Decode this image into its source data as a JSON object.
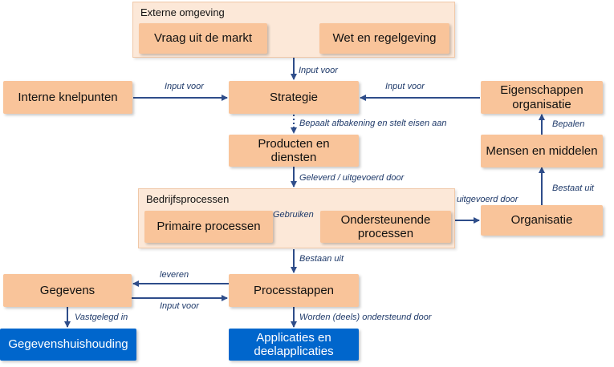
{
  "groups": {
    "externe_omgeving": "Externe omgeving",
    "bedrijfsprocessen": "Bedrijfsprocessen"
  },
  "nodes": {
    "vraag_uit_de_markt": "Vraag uit de markt",
    "wet_en_regelgeving": "Wet en regelgeving",
    "interne_knelpunten": "Interne knelpunten",
    "strategie": "Strategie",
    "eigenschappen_organisatie": "Eigenschappen organisatie",
    "producten_en_diensten": "Producten en diensten",
    "mensen_en_middelen": "Mensen en middelen",
    "primaire_processen": "Primaire processen",
    "ondersteunende_processen": "Ondersteunende processen",
    "organisatie": "Organisatie",
    "gegevens": "Gegevens",
    "processtappen": "Processtappen",
    "gegevenshuishouding": "Gegevenshuishouding",
    "applicaties_en_deelapplicaties": "Applicaties en deelapplicaties"
  },
  "edge_labels": {
    "input_voor_top": "Input voor",
    "input_voor_left": "Input voor",
    "input_voor_right": "Input voor",
    "bepaalt_afbakening": "Bepaalt afbakening en stelt eisen aan",
    "bepalen": "Bepalen",
    "geleverd_uitgevoerd_door": "Geleverd / uitgevoerd door",
    "bestaat_uit_org": "Bestaat uit",
    "gebruiken": "Gebruiken",
    "uitgevoerd_door": "uitgevoerd door",
    "bestaan_uit": "Bestaan uit",
    "leveren": "leveren",
    "input_voor_bottom": "Input voor",
    "vastgelegd_in": "Vastgelegd in",
    "worden_ondersteund_door": "Worden (deels) ondersteund door"
  },
  "colors": {
    "node_fill": "#f9c49a",
    "group_fill": "#fce8d8",
    "blue_fill": "#0066cc",
    "arrow": "#2e4d8a"
  }
}
